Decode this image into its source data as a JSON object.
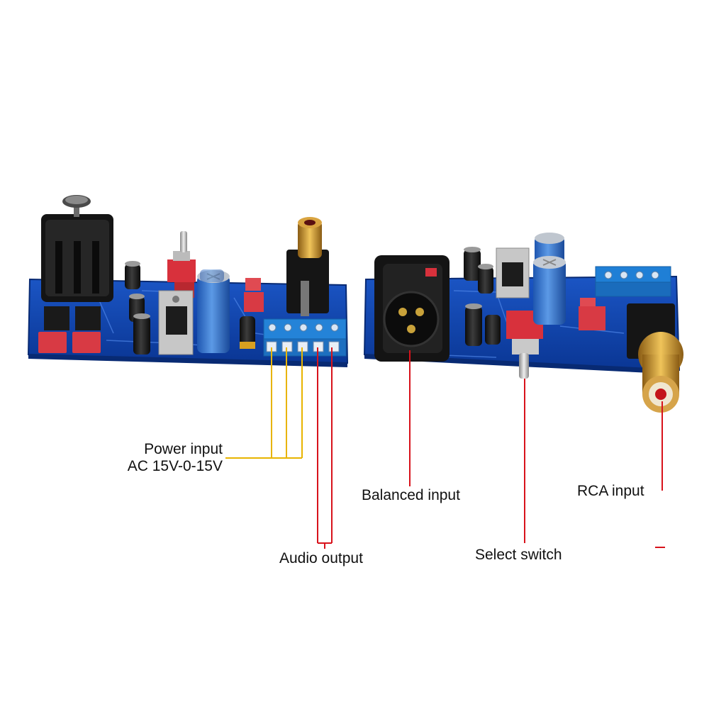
{
  "callouts": {
    "power": {
      "line1": "Power input",
      "line2": "AC 15V-0-15V"
    },
    "audio_output": "Audio output",
    "balanced_input": "Balanced input",
    "select_switch": "Select switch",
    "rca_input": "RCA input"
  },
  "colors": {
    "pcb": "#0d3fa6",
    "pcb_edge": "#082a73",
    "power_line": "#e8b400",
    "signal_line": "#d8121b",
    "connector_black": "#151515",
    "terminal_blue": "#1f7fd6",
    "capacitor_blue": "#2f6fc9",
    "film_cap_red": "#d83a44",
    "brass": "#c9962e"
  }
}
